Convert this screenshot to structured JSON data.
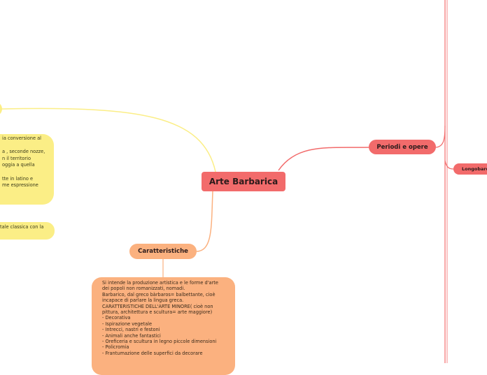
{
  "central": {
    "label": "Arte Barbarica"
  },
  "periodi": {
    "label": "Periodi e opere"
  },
  "longobardi": {
    "label": "Longobardi"
  },
  "caratteristiche": {
    "label": "Caratteristiche",
    "text_lines": [
      "Si intende la produzione artistica e le forme d'arte",
      "dei popoli non romanizzati, nomadi.",
      "Barbarico, dal greco bàrbaros= balbettante, cioè",
      "incapace di parlare la lingua greca.",
      "CARATTERISTICHE DELL'ARTE MINORE( cioè non",
      "pittura, architettura e scultura= arte maggiore)",
      "- Decorativa",
      "- Ispirazione vegetale",
      "- Intrecci, nastri e festoni",
      "- Animali anche fantastici",
      "- Oreficeria e scultura in legno piccole dimensioni",
      "- Policromia",
      "- Frantumazione delle superfici da decorare"
    ]
  },
  "left_note_big": {
    "lines": [
      "ia conversione al",
      "",
      "a , seconde nozze,",
      "n il territorio",
      "oggia a quella",
      "",
      "tte in latino e",
      "me espressione"
    ]
  },
  "left_note_small": {
    "text": "tale classica con la"
  },
  "colors": {
    "central": "#f26b6b",
    "periodi_branch": "#f26b6b",
    "caratteristiche_branch": "#fbb17f",
    "left_branch": "#fbee86"
  }
}
